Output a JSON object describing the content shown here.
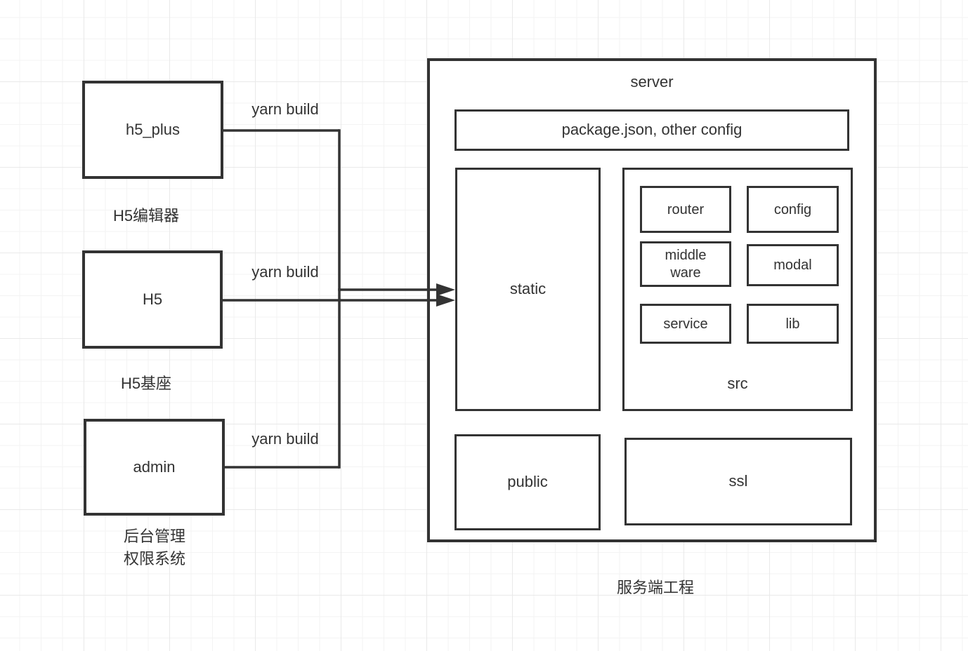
{
  "colors": {
    "stroke": "#333333",
    "text": "#333333",
    "canvas_background": "#ffffff",
    "grid_line_minor": "#f3f3f3",
    "grid_line_major": "#e9e9e9"
  },
  "clients": {
    "h5_plus": {
      "label": "h5_plus",
      "caption": "H5编辑器"
    },
    "h5": {
      "label": "H5",
      "caption": "H5基座"
    },
    "admin": {
      "label": "admin",
      "caption_line1": "后台管理",
      "caption_line2": "权限系统"
    }
  },
  "edges": [
    {
      "from": "h5_plus",
      "to": "static",
      "label": "yarn build"
    },
    {
      "from": "H5",
      "to": "static",
      "label": "yarn build"
    },
    {
      "from": "admin",
      "to": "static",
      "label": "yarn build"
    }
  ],
  "server": {
    "title": "server",
    "caption": "服务端工程",
    "package_config": {
      "label": "package.json, other config"
    },
    "static": {
      "label": "static"
    },
    "src": {
      "label": "src",
      "router": {
        "label": "router"
      },
      "config": {
        "label": "config"
      },
      "middleware": {
        "line1": "middle",
        "line2": "ware"
      },
      "modal": {
        "label": "modal"
      },
      "service": {
        "label": "service"
      },
      "lib": {
        "label": "lib"
      }
    },
    "public": {
      "label": "public"
    },
    "ssl": {
      "label": "ssl"
    }
  }
}
